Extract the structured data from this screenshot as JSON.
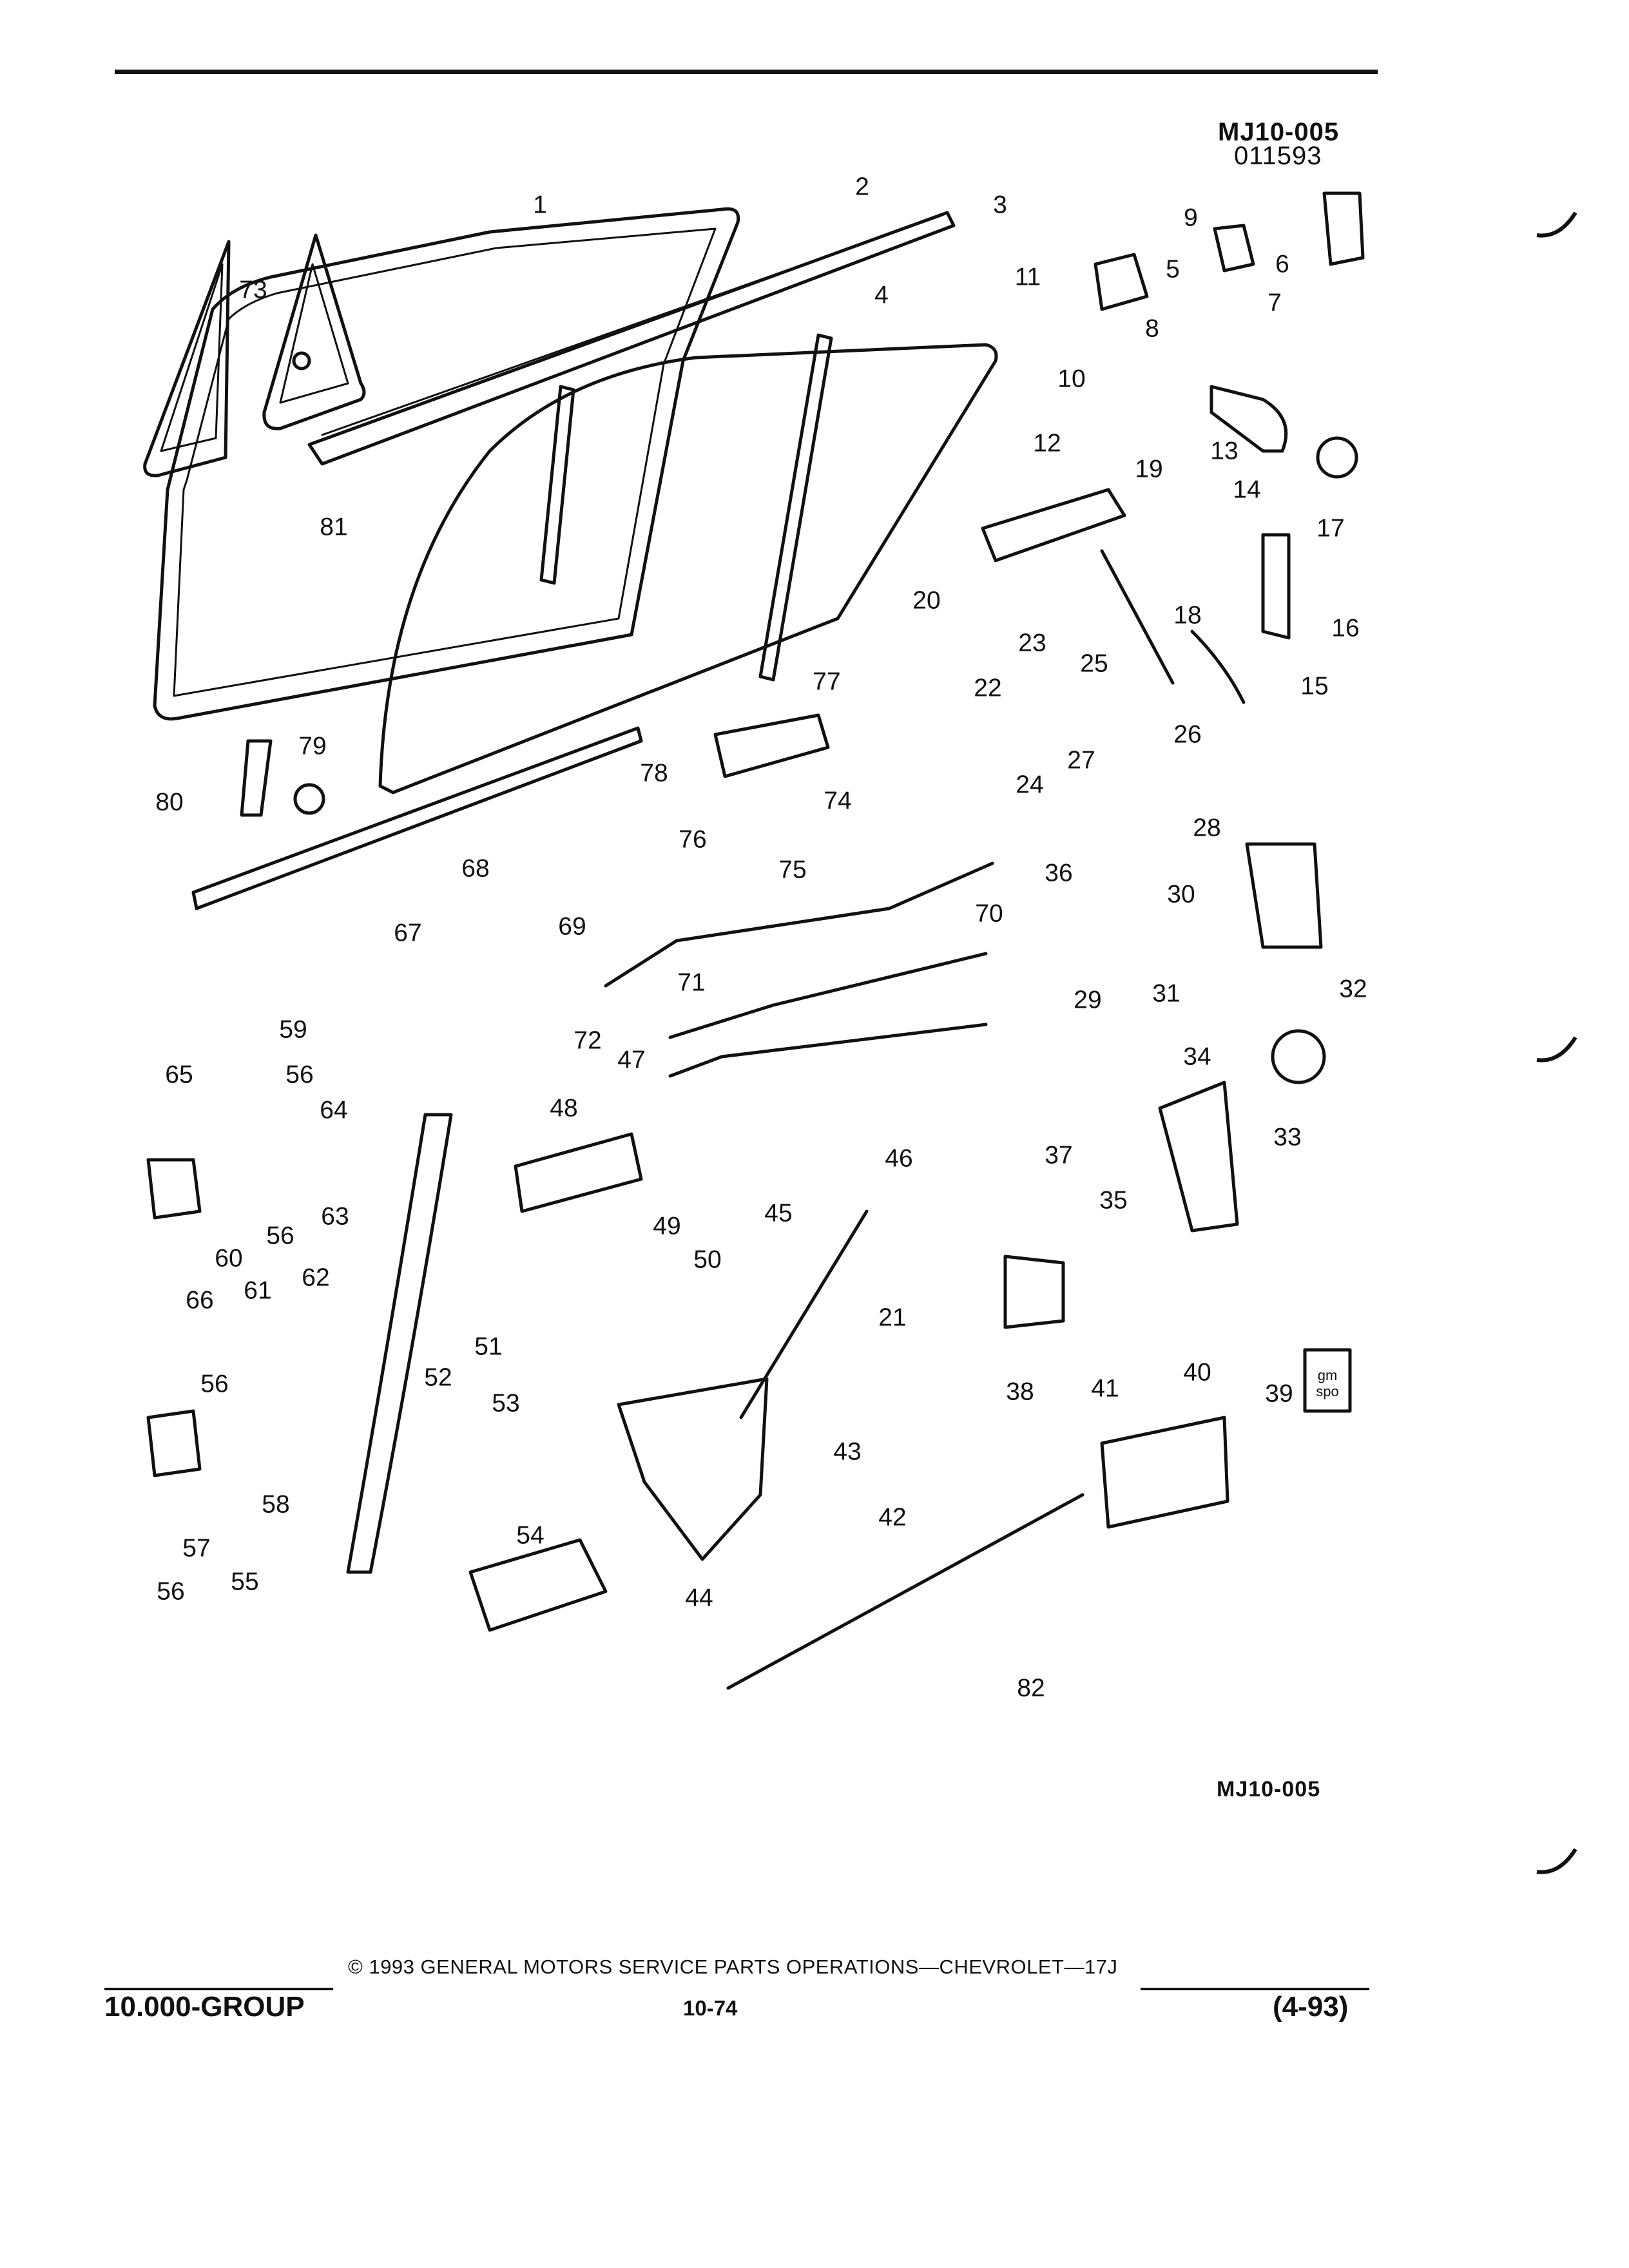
{
  "header": {
    "code": "MJ10-005",
    "date_code": "011593"
  },
  "diagram": {
    "callouts": [
      "1",
      "2",
      "3",
      "4",
      "5",
      "6",
      "7",
      "8",
      "9",
      "10",
      "11",
      "12",
      "13",
      "14",
      "15",
      "16",
      "17",
      "18",
      "19",
      "20",
      "21",
      "22",
      "23",
      "24",
      "25",
      "26",
      "27",
      "28",
      "29",
      "30",
      "31",
      "32",
      "33",
      "34",
      "35",
      "36",
      "37",
      "38",
      "39",
      "40",
      "41",
      "42",
      "43",
      "44",
      "45",
      "46",
      "47",
      "48",
      "49",
      "50",
      "51",
      "52",
      "53",
      "54",
      "55",
      "56",
      "56",
      "56",
      "56",
      "57",
      "58",
      "59",
      "60",
      "61",
      "62",
      "63",
      "64",
      "65",
      "66",
      "67",
      "68",
      "69",
      "70",
      "71",
      "72",
      "73",
      "74",
      "75",
      "76",
      "77",
      "78",
      "79",
      "80",
      "81",
      "82"
    ],
    "badge": {
      "line1": "gm",
      "line2": "spo"
    },
    "bottom_code": "MJ10-005"
  },
  "footer": {
    "group": "10.000-GROUP",
    "copyright": "© 1993 GENERAL MOTORS SERVICE PARTS OPERATIONS—CHEVROLET—17J",
    "page": "10-74",
    "date": "(4-93)"
  }
}
